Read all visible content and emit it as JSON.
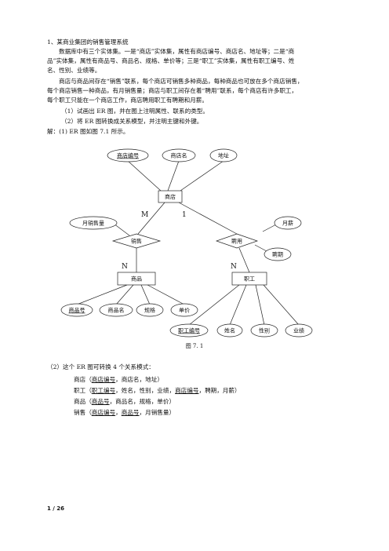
{
  "doc": {
    "question_title": "1、某商业集团的销售管理系统",
    "para1_l1": "数据库中有三个实体集。一是“商店”实体集，属性有商店编号、商店名、地址等；二是“商",
    "para1_l2": "品”实体集，属性有商品号、商品名、规格、单价等；三是“职工”实体集，属性有职工编号、姓",
    "para1_l3": "名、性别、业绩等。",
    "para2_l1": "商店与商品间存在“销售”联系，每个商店可销售多种商品，每种商品也可放在多个商店销售，",
    "para2_l2": "每个商店销售一种商品，有月销售量；商店与职工间存在着“聘用”联系，每个商店有许多职工，",
    "para2_l3": "每个职工只能在一个商店工作，商店聘用职工有聘期和月薪。",
    "task1": "（1）试画出 ER 图，并在图上注明属性、联系的类型。",
    "task2": "（2）将 ER 图转换成关系模型，并注明主键和外键。",
    "answer_intro": "解：(1) ER 图如图 7.1 所示。",
    "figure_caption": "图 7. 1",
    "part2_intro": "（2）这个 ER 图可转换 4 个关系模式：",
    "sep_open": "（",
    "sep_comma": "，",
    "sep_close": "）",
    "rel1_name": "商店",
    "rel1_a1": "商店编号",
    "rel1_rest": "商店名，地址",
    "rel2_name": "职工",
    "rel2_a1": "职工编号",
    "rel2_mid": "姓名，性别，业绩，",
    "rel2_a2": "商店编号",
    "rel2_rest": "聘期，月薪",
    "rel3_name": "商品",
    "rel3_a1": "商品号",
    "rel3_rest": "商品名，规格，单价",
    "rel4_name": "销售",
    "rel4_a1": "商店编号",
    "rel4_a2": "商品号",
    "rel4_rest": "月销售量",
    "page_number": "1 / 26"
  },
  "diagram": {
    "entities": {
      "store": "商店",
      "product": "商品",
      "staff": "职工"
    },
    "relationships": {
      "sale": "销售",
      "hire": "聘用"
    },
    "attributes": {
      "store_id": "商店编号",
      "store_name": "商店名",
      "address": "地址",
      "monthly_sales": "月销售量",
      "monthly_salary": "月薪",
      "hire_period": "聘期",
      "product_id": "商品号",
      "product_name": "商品名",
      "spec": "规格",
      "price": "单价",
      "staff_id": "职工编号",
      "staff_name": "姓名",
      "gender": "性别",
      "performance": "业绩"
    },
    "cardinalities": {
      "store_sale": "M",
      "store_hire": "1",
      "sale_product": "N",
      "hire_staff": "N"
    }
  }
}
